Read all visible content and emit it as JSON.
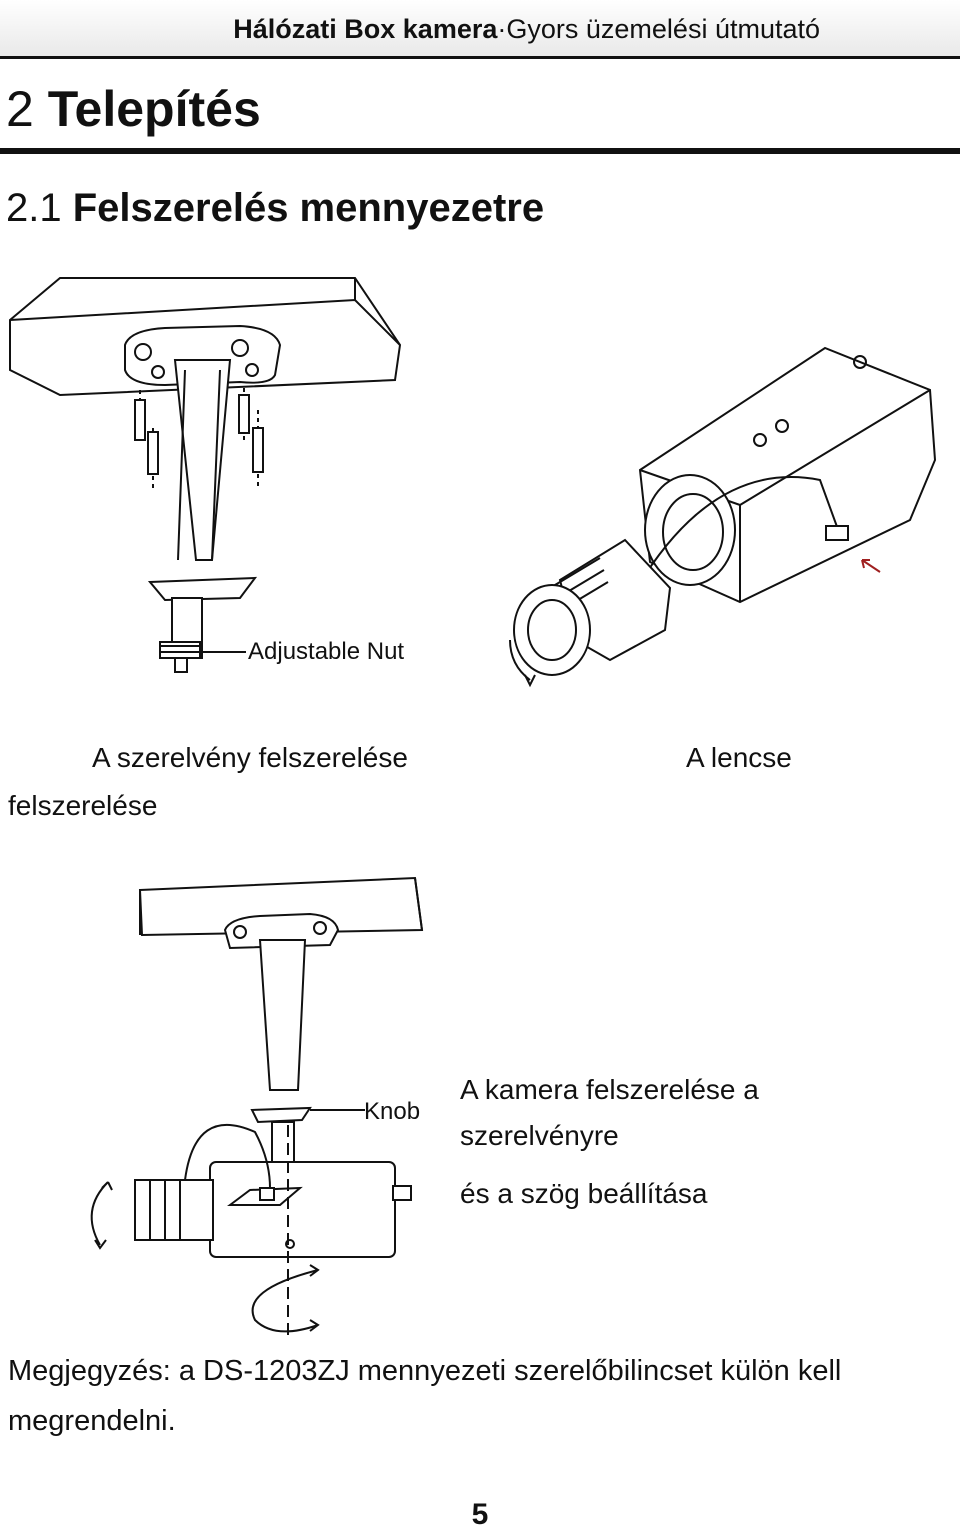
{
  "header": {
    "bold": "Hálózati Box kamera",
    "separator": "·",
    "rest": "Gyors üzemelési útmutató"
  },
  "chapter": {
    "number": "2",
    "title": "Telepítés"
  },
  "section": {
    "number": "2.1",
    "title": "Felszerelés mennyezetre"
  },
  "figures": {
    "fig1": {
      "callout": "Adjustable Nut",
      "caption_line1": "A szerelvény felszerelése",
      "caption_line2": "felszerelése"
    },
    "fig2": {
      "caption": "A lencse"
    },
    "fig3": {
      "callout": "Knob",
      "caption_line1": "A kamera felszerelése a",
      "caption_line2": "szerelvényre",
      "caption_line3": "és a szög beállítása"
    }
  },
  "note": {
    "line1": "Megjegyzés: a DS-1203ZJ mennyezeti szerelőbilincset külön kell",
    "line2": "megrendelni."
  },
  "page_number": "5"
}
